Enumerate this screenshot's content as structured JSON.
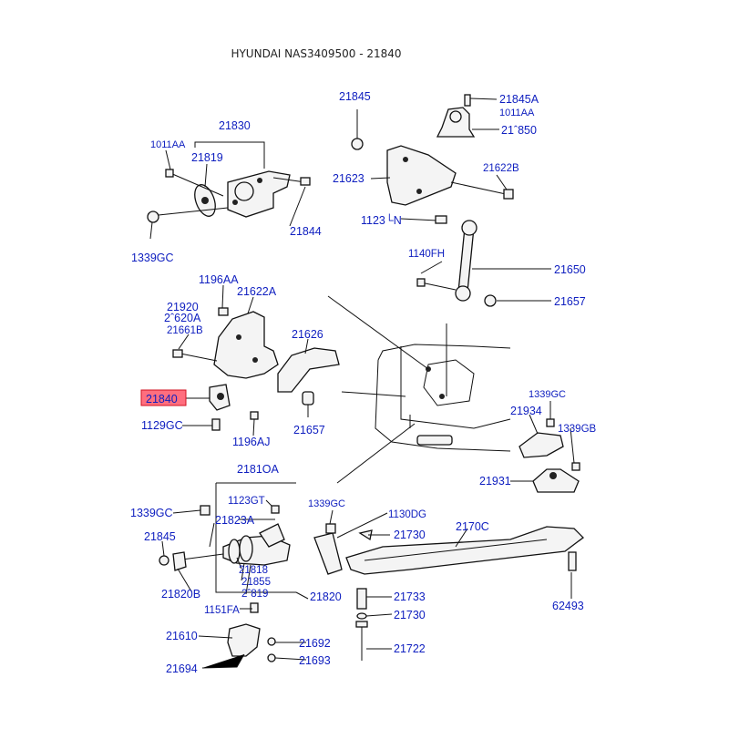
{
  "page": {
    "title": "HYUNDAI NAS3409500 - 21840",
    "highlight_color": "#ff6e7e",
    "label_color": "#1020c0"
  },
  "labels": {
    "l21845_top": "21845",
    "l21845A": "21845A",
    "l1011AA_r": "1011AA",
    "l21850": "21ˆ850",
    "l21830": "21830",
    "l1011AA_l": "1011AA",
    "l21819": "21819",
    "l21623": "21623",
    "l21622B": "21622B",
    "l21844": "21844",
    "l1123N": "1123└N",
    "l1339GC_a": "1339GC",
    "l1140FH": "1140FH",
    "l21650": "21650",
    "l1196AA": "1196AA",
    "l21622A": "21622A",
    "l21657_r": "21657",
    "l21920": "21920",
    "l21620A": "2ˆ620A",
    "l21661B": "21661B",
    "l21626": "21626",
    "l21840": "21840",
    "l1339GC_b": "1339GC",
    "l21934": "21934",
    "l1339GB": "1339GB",
    "l1129GC": "1129GC",
    "l21657_b": "21657",
    "l1196AJ": "1196AJ",
    "l21810A": "2181OA",
    "l21931": "21931",
    "l1123GT": "1123GT",
    "l1339GC_c": "1339GC",
    "l1130DG": "1130DG",
    "l1339GC_d": "1339GC",
    "l21823A": "21823A",
    "l21730_a": "21730",
    "l21700": "2170C",
    "l21845_b": "21845",
    "l21818": "21818",
    "l21855": "21855",
    "l21820B": "21820B",
    "l21819b": "2ˆ819",
    "l21820": "21820",
    "l21733": "21733",
    "l62493": "62493",
    "l1151FA": "1151FA",
    "l21730_b": "21730",
    "l21610": "21610",
    "l21692": "21692",
    "l21722": "21722",
    "l21693": "21693",
    "l21694": "21694"
  }
}
